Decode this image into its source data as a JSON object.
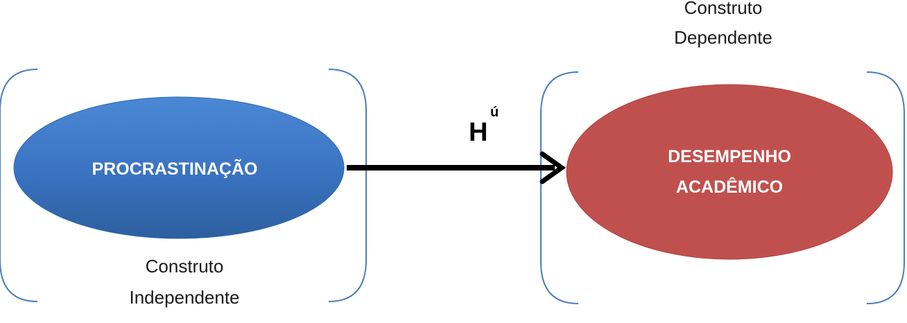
{
  "independent": {
    "node_label": "PROCRASTINAÇÃO",
    "caption_line1": "Construto",
    "caption_line2": "Independente",
    "color": "#3a72c0"
  },
  "dependent": {
    "node_label_line1": "DESEMPENHO",
    "node_label_line2": "ACADÊMICO",
    "caption_line1": "Construto",
    "caption_line2": "Dependente",
    "color": "#c0504d"
  },
  "relation": {
    "hypothesis_letter": "H",
    "hypothesis_superscript": "ú",
    "direction": "independent-to-dependent"
  },
  "bracket_color": "#4a7ebb"
}
